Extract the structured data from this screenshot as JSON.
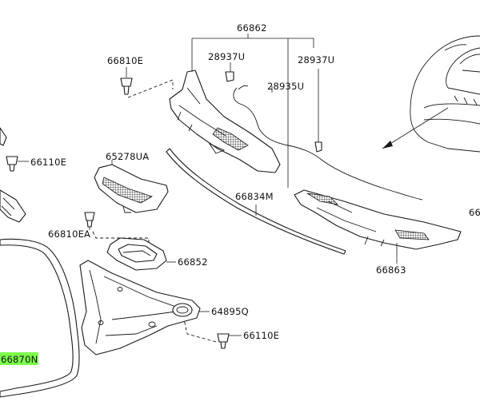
{
  "diagram": {
    "highlight_color": "#7CFF4C",
    "labels": {
      "l66862": "66862",
      "l28937U_left": "28937U",
      "l28937U_right": "28937U",
      "l28935U": "28935U",
      "l66810E": "66810E",
      "l66110E_left": "66110E",
      "l65278UA": "65278UA",
      "l66834M": "66834M",
      "l66810EA": "66810EA",
      "l66852": "66852",
      "l64895Q": "64895Q",
      "l66110E_bottom": "66110E",
      "l66863": "66863",
      "l66870N": "66870N",
      "l66_right": "66"
    }
  }
}
